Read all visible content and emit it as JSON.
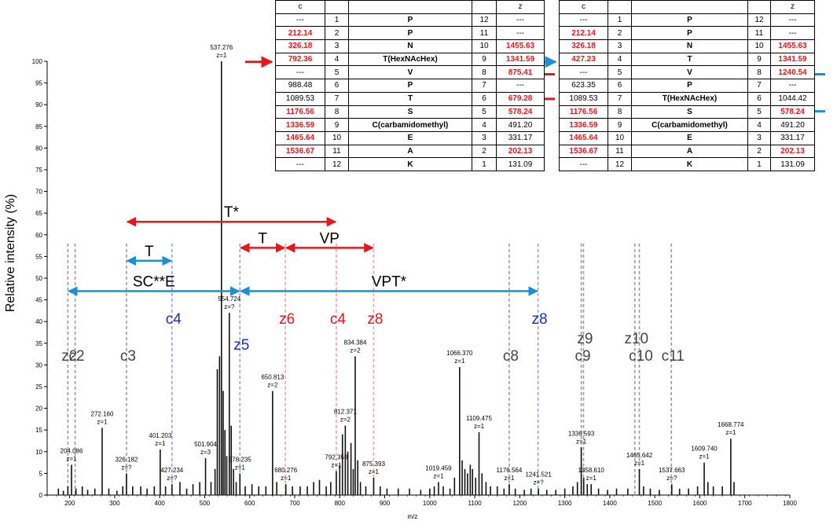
{
  "chart_data": {
    "type": "bar",
    "xlabel": "m/z",
    "ylabel": "Relative intensity (%)",
    "xlim": [
      150,
      1800
    ],
    "ylim": [
      0,
      100
    ],
    "x_ticks": [
      200,
      300,
      400,
      500,
      600,
      700,
      800,
      900,
      1000,
      1100,
      1200,
      1300,
      1400,
      1500,
      1600,
      1700,
      1800
    ],
    "y_ticks": [
      0,
      5,
      10,
      15,
      20,
      25,
      30,
      35,
      40,
      45,
      50,
      55,
      60,
      65,
      70,
      75,
      80,
      85,
      90,
      95,
      100
    ],
    "peaks": [
      {
        "mz": 175,
        "y": 1.5
      },
      {
        "mz": 186,
        "y": 1
      },
      {
        "mz": 196,
        "y": 2
      },
      {
        "mz": 204.086,
        "y": 7,
        "label": "204.086",
        "z": "z=1"
      },
      {
        "mz": 214,
        "y": 1.5
      },
      {
        "mz": 228,
        "y": 2
      },
      {
        "mz": 240,
        "y": 1.2
      },
      {
        "mz": 256,
        "y": 1.5
      },
      {
        "mz": 272.16,
        "y": 15.5,
        "label": "272.160",
        "z": "z=1"
      },
      {
        "mz": 287,
        "y": 1.5
      },
      {
        "mz": 305,
        "y": 1
      },
      {
        "mz": 318,
        "y": 2
      },
      {
        "mz": 326.182,
        "y": 5,
        "label": "326.182",
        "z": "z=?"
      },
      {
        "mz": 340,
        "y": 2
      },
      {
        "mz": 358,
        "y": 2
      },
      {
        "mz": 372,
        "y": 1.5
      },
      {
        "mz": 388,
        "y": 2
      },
      {
        "mz": 401.203,
        "y": 10.5,
        "label": "401.203",
        "z": "z=1"
      },
      {
        "mz": 413,
        "y": 2
      },
      {
        "mz": 427.234,
        "y": 2.5,
        "label": "427.234",
        "z": "z=?"
      },
      {
        "mz": 445,
        "y": 3
      },
      {
        "mz": 460,
        "y": 1.5
      },
      {
        "mz": 474,
        "y": 2.5
      },
      {
        "mz": 489,
        "y": 3
      },
      {
        "mz": 501.904,
        "y": 8.5,
        "label": "501.904",
        "z": "z=3"
      },
      {
        "mz": 514,
        "y": 3
      },
      {
        "mz": 523,
        "y": 6
      },
      {
        "mz": 528,
        "y": 29
      },
      {
        "mz": 533,
        "y": 32
      },
      {
        "mz": 537.276,
        "y": 100,
        "label": "537.276",
        "z": "z=1"
      },
      {
        "mz": 541,
        "y": 24
      },
      {
        "mz": 545,
        "y": 15
      },
      {
        "mz": 549,
        "y": 9
      },
      {
        "mz": 554.724,
        "y": 42,
        "label": "554.724",
        "z": "z=?"
      },
      {
        "mz": 559,
        "y": 16
      },
      {
        "mz": 564,
        "y": 6
      },
      {
        "mz": 570,
        "y": 3
      },
      {
        "mz": 578.235,
        "y": 5,
        "label": "578.235",
        "z": "z=1"
      },
      {
        "mz": 590,
        "y": 2
      },
      {
        "mz": 605,
        "y": 2.5
      },
      {
        "mz": 620,
        "y": 2
      },
      {
        "mz": 636,
        "y": 2
      },
      {
        "mz": 650.813,
        "y": 24,
        "label": "650.813",
        "z": "z=2"
      },
      {
        "mz": 660,
        "y": 3
      },
      {
        "mz": 680.276,
        "y": 2.5,
        "label": "680.276",
        "z": "z=1"
      },
      {
        "mz": 695,
        "y": 2
      },
      {
        "mz": 712,
        "y": 2
      },
      {
        "mz": 728,
        "y": 2
      },
      {
        "mz": 742,
        "y": 3
      },
      {
        "mz": 755,
        "y": 3.5
      },
      {
        "mz": 770,
        "y": 2
      },
      {
        "mz": 780,
        "y": 3
      },
      {
        "mz": 792.359,
        "y": 5.5,
        "label": "792.359",
        "z": "z=1"
      },
      {
        "mz": 800,
        "y": 7
      },
      {
        "mz": 806,
        "y": 14
      },
      {
        "mz": 812.371,
        "y": 16,
        "label": "812.371",
        "z": "z=2"
      },
      {
        "mz": 818,
        "y": 10
      },
      {
        "mz": 825,
        "y": 12
      },
      {
        "mz": 830,
        "y": 6
      },
      {
        "mz": 834.384,
        "y": 32,
        "label": "834.384",
        "z": "z=2"
      },
      {
        "mz": 840,
        "y": 8
      },
      {
        "mz": 846,
        "y": 3
      },
      {
        "mz": 858,
        "y": 2
      },
      {
        "mz": 875.393,
        "y": 4,
        "label": "875.393",
        "z": "z=1"
      },
      {
        "mz": 890,
        "y": 2
      },
      {
        "mz": 905,
        "y": 1.5
      },
      {
        "mz": 930,
        "y": 1.5
      },
      {
        "mz": 955,
        "y": 1.5
      },
      {
        "mz": 980,
        "y": 1.2
      },
      {
        "mz": 1000,
        "y": 1.5
      },
      {
        "mz": 1010,
        "y": 2
      },
      {
        "mz": 1019.459,
        "y": 3,
        "label": "1019.459",
        "z": "z=1"
      },
      {
        "mz": 1030,
        "y": 2
      },
      {
        "mz": 1045,
        "y": 1.5
      },
      {
        "mz": 1055,
        "y": 4
      },
      {
        "mz": 1066.37,
        "y": 29.5,
        "label": "1066.370",
        "z": "z=1"
      },
      {
        "mz": 1072,
        "y": 8
      },
      {
        "mz": 1078,
        "y": 6
      },
      {
        "mz": 1084,
        "y": 5
      },
      {
        "mz": 1090,
        "y": 7
      },
      {
        "mz": 1095,
        "y": 6
      },
      {
        "mz": 1102,
        "y": 4
      },
      {
        "mz": 1109.475,
        "y": 14.5,
        "label": "1109.475",
        "z": "z=1"
      },
      {
        "mz": 1116,
        "y": 5
      },
      {
        "mz": 1125,
        "y": 3
      },
      {
        "mz": 1135,
        "y": 2
      },
      {
        "mz": 1150,
        "y": 2
      },
      {
        "mz": 1165,
        "y": 1.5
      },
      {
        "mz": 1176.564,
        "y": 2.5,
        "label": "1176.564",
        "z": "z=1"
      },
      {
        "mz": 1190,
        "y": 1.5
      },
      {
        "mz": 1210,
        "y": 1.2
      },
      {
        "mz": 1225,
        "y": 1.5
      },
      {
        "mz": 1241.521,
        "y": 1.5,
        "label": "1241.521",
        "z": "z=?"
      },
      {
        "mz": 1260,
        "y": 1.2
      },
      {
        "mz": 1280,
        "y": 1.2
      },
      {
        "mz": 1300,
        "y": 1.5
      },
      {
        "mz": 1318,
        "y": 2
      },
      {
        "mz": 1328,
        "y": 3
      },
      {
        "mz": 1336.593,
        "y": 11,
        "label": "1336.593",
        "z": "z=1"
      },
      {
        "mz": 1342,
        "y": 4
      },
      {
        "mz": 1350,
        "y": 2.5
      },
      {
        "mz": 1358.61,
        "y": 2.5,
        "label": "1358.610",
        "z": "z=1"
      },
      {
        "mz": 1375,
        "y": 1.5
      },
      {
        "mz": 1395,
        "y": 1.2
      },
      {
        "mz": 1415,
        "y": 1.5
      },
      {
        "mz": 1440,
        "y": 1.5
      },
      {
        "mz": 1465.642,
        "y": 6,
        "label": "1465.642",
        "z": "z=1"
      },
      {
        "mz": 1475,
        "y": 2
      },
      {
        "mz": 1490,
        "y": 1.5
      },
      {
        "mz": 1510,
        "y": 1.2
      },
      {
        "mz": 1537.663,
        "y": 2.5,
        "label": "1537.663",
        "z": "z=?"
      },
      {
        "mz": 1555,
        "y": 1.5
      },
      {
        "mz": 1575,
        "y": 1.5
      },
      {
        "mz": 1595,
        "y": 2
      },
      {
        "mz": 1609.74,
        "y": 7.5,
        "label": "1609.740",
        "z": "z=1"
      },
      {
        "mz": 1618,
        "y": 3
      },
      {
        "mz": 1630,
        "y": 2
      },
      {
        "mz": 1650,
        "y": 2
      },
      {
        "mz": 1668.774,
        "y": 13,
        "label": "1668.774",
        "z": "z=1"
      },
      {
        "mz": 1676,
        "y": 3
      }
    ],
    "fragment_markers": [
      {
        "label": "z2",
        "mz": 196,
        "color": "#444444",
        "dash": "#9a9a9a",
        "label_y": 31
      },
      {
        "label": "c2",
        "mz": 212.14,
        "color": "#444444",
        "dash": "#9a9a9a",
        "label_y": 31
      },
      {
        "label": "c3",
        "mz": 326.18,
        "color": "#444444",
        "dash": "#9a9a9a",
        "label_y": 31
      },
      {
        "label": "c4",
        "mz": 427.23,
        "color": "#1a2ccf",
        "dash": "#8ea2ea",
        "label_y": 39.5
      },
      {
        "label": "z5",
        "mz": 578.24,
        "color": "#1a2ccf",
        "dash": "#8ea2ea",
        "label_y": 33.5
      },
      {
        "label": "z6",
        "mz": 679.28,
        "color": "#e8161b",
        "dash": "#f3a0a2",
        "label_y": 39.5
      },
      {
        "label": "c4",
        "mz": 792.36,
        "color": "#e8161b",
        "dash": "#f3a0a2",
        "label_y": 39.5
      },
      {
        "label": "z8",
        "mz": 875.41,
        "color": "#e8161b",
        "dash": "#f3a0a2",
        "label_y": 39.5
      },
      {
        "label": "z8",
        "mz": 1240.54,
        "color": "#1a2ccf",
        "dash": "#8ea2ea",
        "label_y": 39.5
      },
      {
        "label": "c8",
        "mz": 1176.56,
        "color": "#444444",
        "dash": "#9a9a9a",
        "label_y": 31
      },
      {
        "label": "c9",
        "mz": 1336.59,
        "color": "#444444",
        "dash": "#9a9a9a",
        "label_y": 31
      },
      {
        "label": "z9",
        "mz": 1341.59,
        "color": "#444444",
        "dash": "#9a9a9a",
        "label_y": 35
      },
      {
        "label": "z10",
        "mz": 1455.63,
        "color": "#444444",
        "dash": "#9a9a9a",
        "label_y": 35
      },
      {
        "label": "c10",
        "mz": 1465.64,
        "color": "#444444",
        "dash": "#9a9a9a",
        "label_y": 31
      },
      {
        "label": "c11",
        "mz": 1536.67,
        "color": "#444444",
        "dash": "#9a9a9a",
        "label_y": 31
      }
    ],
    "brackets": [
      {
        "label": "T*",
        "from": 326.18,
        "to": 792.36,
        "y": 63,
        "color": "#e8161b"
      },
      {
        "label": "T",
        "from": 326.18,
        "to": 427.23,
        "y": 54,
        "color": "#1a8fd8"
      },
      {
        "label": "T",
        "from": 578.24,
        "to": 679.28,
        "y": 57,
        "color": "#e8161b"
      },
      {
        "label": "VP",
        "from": 679.28,
        "to": 875.41,
        "y": 57,
        "color": "#e8161b"
      },
      {
        "label": "SC**E",
        "from": 196,
        "to": 578.24,
        "y": 47,
        "color": "#1a8fd8"
      },
      {
        "label": "VPT*",
        "from": 578.24,
        "to": 1240.54,
        "y": 47,
        "color": "#1a8fd8"
      }
    ],
    "side_arrows": [
      {
        "row": 4,
        "side": "left-of-table1",
        "color": "#e8161b"
      },
      {
        "row": 4,
        "side": "between-tables",
        "color": "#1a8fd8"
      },
      {
        "row": 5,
        "side": "between-tables",
        "color": "#e8161b"
      },
      {
        "row": 7,
        "side": "between-tables",
        "color": "#e8161b"
      },
      {
        "row": 5,
        "side": "right-of-table2",
        "color": "#1a8fd8"
      },
      {
        "row": 8,
        "side": "right-of-table2",
        "color": "#1a8fd8"
      }
    ]
  },
  "table1": {
    "headers": [
      "c",
      "",
      "",
      "",
      "z"
    ],
    "rows": [
      {
        "c": "---",
        "n": "1",
        "res": "P",
        "n2": "12",
        "z": "---",
        "chl": false,
        "zhl": false
      },
      {
        "c": "212.14",
        "n": "2",
        "res": "P",
        "n2": "11",
        "z": "---",
        "chl": true,
        "zhl": false
      },
      {
        "c": "326.18",
        "n": "3",
        "res": "N",
        "n2": "10",
        "z": "1455.63",
        "chl": true,
        "zhl": true
      },
      {
        "c": "792.36",
        "n": "4",
        "res": "T(HexNAcHex)",
        "n2": "9",
        "z": "1341.59",
        "chl": true,
        "zhl": true
      },
      {
        "c": "---",
        "n": "5",
        "res": "V",
        "n2": "8",
        "z": "875.41",
        "chl": false,
        "zhl": true
      },
      {
        "c": "988.48",
        "n": "6",
        "res": "P",
        "n2": "7",
        "z": "---",
        "chl": false,
        "zhl": false
      },
      {
        "c": "1089.53",
        "n": "7",
        "res": "T",
        "n2": "6",
        "z": "679.28",
        "chl": false,
        "zhl": true
      },
      {
        "c": "1176.56",
        "n": "8",
        "res": "S",
        "n2": "5",
        "z": "578.24",
        "chl": true,
        "zhl": true
      },
      {
        "c": "1336.59",
        "n": "9",
        "res": "C(carbamidomethyl)",
        "n2": "4",
        "z": "491.20",
        "chl": true,
        "zhl": false
      },
      {
        "c": "1465.64",
        "n": "10",
        "res": "E",
        "n2": "3",
        "z": "331.17",
        "chl": true,
        "zhl": false
      },
      {
        "c": "1536.67",
        "n": "11",
        "res": "A",
        "n2": "2",
        "z": "202.13",
        "chl": true,
        "zhl": true
      },
      {
        "c": "---",
        "n": "12",
        "res": "K",
        "n2": "1",
        "z": "131.09",
        "chl": false,
        "zhl": false
      }
    ]
  },
  "table2": {
    "headers": [
      "c",
      "",
      "",
      "",
      "z"
    ],
    "rows": [
      {
        "c": "---",
        "n": "1",
        "res": "P",
        "n2": "12",
        "z": "---",
        "chl": false,
        "zhl": false
      },
      {
        "c": "212.14",
        "n": "2",
        "res": "P",
        "n2": "11",
        "z": "---",
        "chl": true,
        "zhl": false
      },
      {
        "c": "326.18",
        "n": "3",
        "res": "N",
        "n2": "10",
        "z": "1455.63",
        "chl": true,
        "zhl": true
      },
      {
        "c": "427.23",
        "n": "4",
        "res": "T",
        "n2": "9",
        "z": "1341.59",
        "chl": true,
        "zhl": true
      },
      {
        "c": "---",
        "n": "5",
        "res": "V",
        "n2": "8",
        "z": "1240.54",
        "chl": false,
        "zhl": true
      },
      {
        "c": "623.35",
        "n": "6",
        "res": "P",
        "n2": "7",
        "z": "---",
        "chl": false,
        "zhl": false
      },
      {
        "c": "1089.53",
        "n": "7",
        "res": "T(HexNAcHex)",
        "n2": "6",
        "z": "1044.42",
        "chl": false,
        "zhl": false
      },
      {
        "c": "1176.56",
        "n": "8",
        "res": "S",
        "n2": "5",
        "z": "578.24",
        "chl": true,
        "zhl": true
      },
      {
        "c": "1336.59",
        "n": "9",
        "res": "C(carbamidomethyl)",
        "n2": "4",
        "z": "491.20",
        "chl": true,
        "zhl": false
      },
      {
        "c": "1465.64",
        "n": "10",
        "res": "E",
        "n2": "3",
        "z": "331.17",
        "chl": true,
        "zhl": false
      },
      {
        "c": "1536.67",
        "n": "11",
        "res": "A",
        "n2": "2",
        "z": "202.13",
        "chl": true,
        "zhl": true
      },
      {
        "c": "---",
        "n": "12",
        "res": "K",
        "n2": "1",
        "z": "131.09",
        "chl": false,
        "zhl": false
      }
    ]
  }
}
